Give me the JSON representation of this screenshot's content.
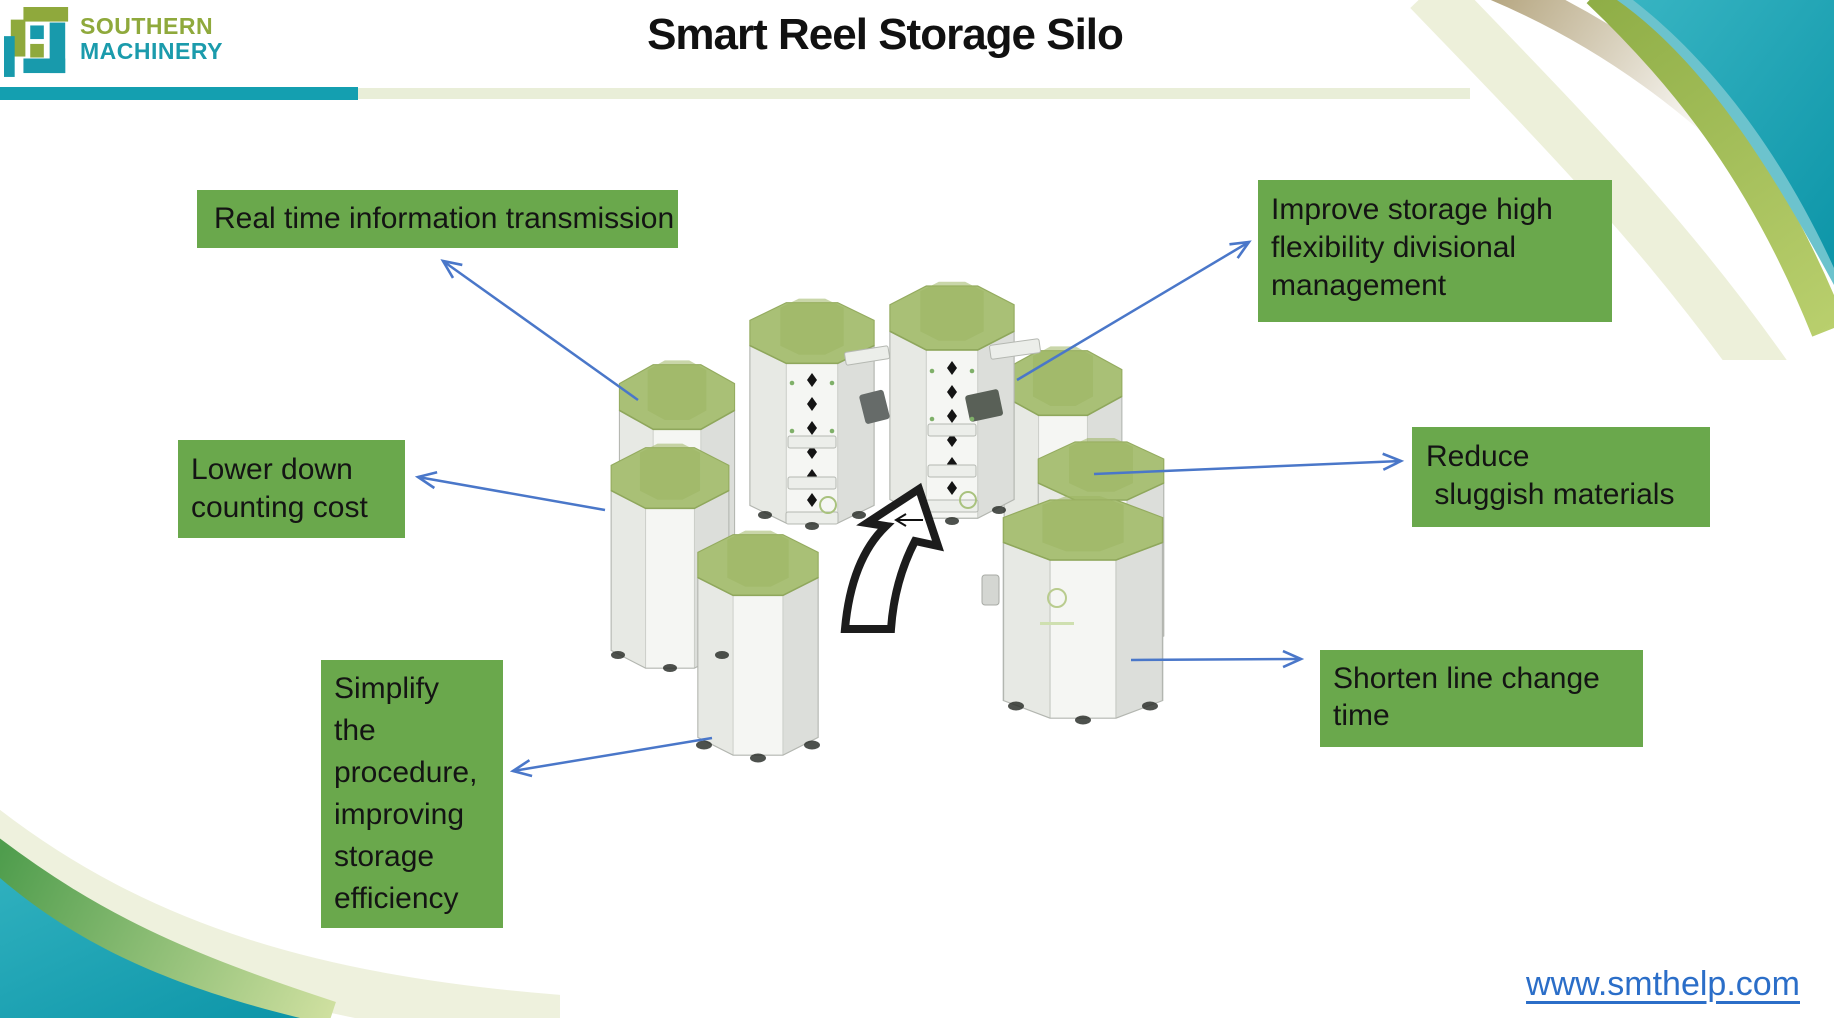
{
  "header": {
    "logo": {
      "line1": "SOUTHERN",
      "line2": "MACHINERY"
    },
    "title": "Smart Reel Storage Silo"
  },
  "diagram": {
    "labels": {
      "real_time": "Real time information transmission",
      "improve": "Improve storage high\nflexibility divisional\nmanagement",
      "lower": "Lower down\ncounting cost",
      "reduce": "Reduce\n sluggish materials",
      "simplify": "Simplify\nthe\nprocedure,\nimproving\nstorage\nefficiency",
      "shorten": "Shorten line change\ntime"
    },
    "illustration": "Eight octagonal smart reel storage silos with green tops arranged in a circle around a curved rotation arrow"
  },
  "footer": {
    "website": "www.smthelp.com"
  },
  "colors": {
    "label_green": "#6aa84c",
    "arrow_blue": "#4a77c9",
    "brand_teal": "#149fb0",
    "logo_green": "#8fa93c",
    "logo_teal": "#1b9bac",
    "silo_top_green": "#a9c076",
    "link_blue": "#2b6ec8",
    "pale_band": "#e9eed8"
  }
}
